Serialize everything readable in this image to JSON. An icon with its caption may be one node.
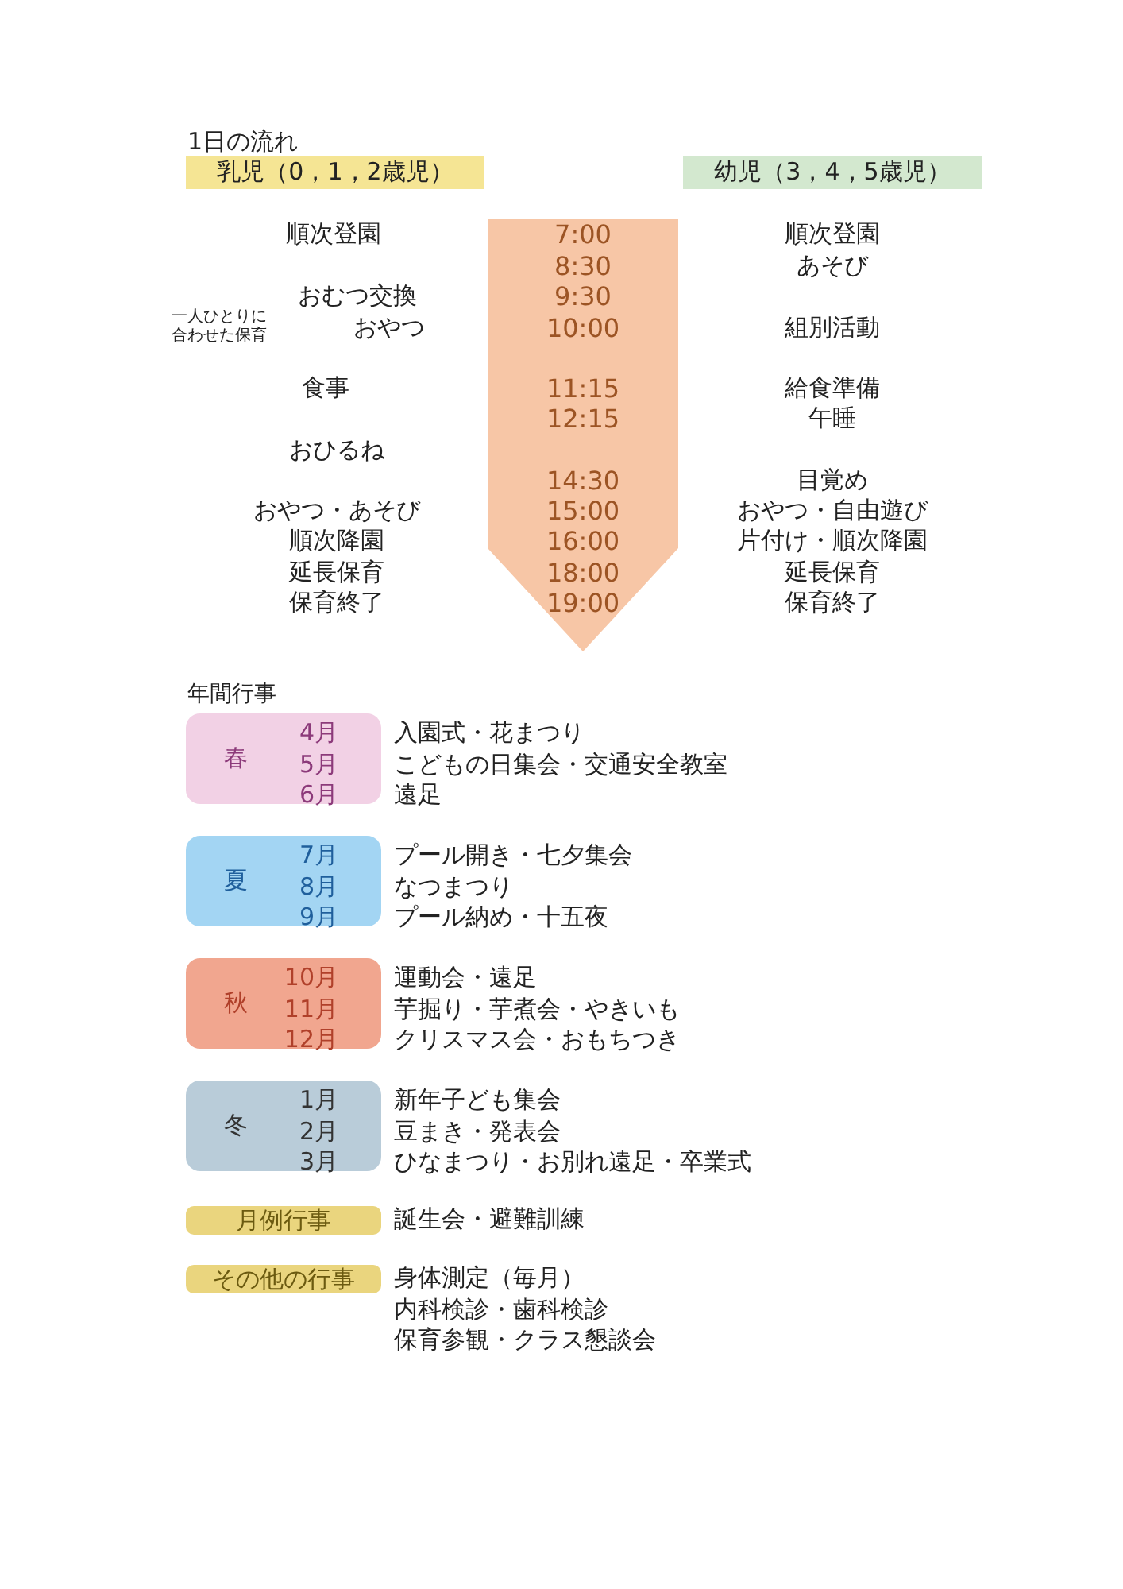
{
  "diagram": {
    "nodes": [
      {
        "text": [
          "乳児（0，1，2歳児）"
        ]
      },
      {
        "text": [
          "幼児（3，4，5歳児）"
        ]
      },
      {
        "text": [
          "7:00",
          "8:30",
          "9:30",
          "10:00",
          "11:15",
          "12:15",
          "14:30",
          "15:00",
          "16:00",
          "18:00",
          "19:00"
        ]
      },
      {
        "text": [
          "春",
          "4月",
          "5月",
          "6月"
        ],
        "beside": [
          "入園式・花まつり",
          "こどもの日集会・交通安全教室",
          "遠足"
        ]
      },
      {
        "text": [
          "夏",
          "7月",
          "8月",
          "9月"
        ],
        "beside": [
          "プール開き・七夕集会",
          "なつまつり",
          "プール納め・十五夜"
        ]
      },
      {
        "text": [
          "秋",
          "10月",
          "11月",
          "12月"
        ],
        "beside": [
          "運動会・遠足",
          "芋掘り・芋煮会・やきいも",
          "クリスマス会・おもちつき"
        ]
      },
      {
        "text": [
          "冬",
          "1月",
          "2月",
          "3月"
        ],
        "beside": [
          "新年子ども集会",
          "豆まき・発表会",
          "ひなまつり・お別れ遠足・卒業式"
        ]
      },
      {
        "text": [
          "月例行事"
        ],
        "beside": [
          "誕生会・避難訓練"
        ]
      },
      {
        "text": [
          "その他の行事"
        ],
        "beside": [
          "身体測定（毎月）",
          "内科検診・歯科検診",
          "保育参観・クラス懇談会"
        ]
      }
    ],
    "labels": [
      "1日の流れ",
      "順次登園",
      "順次登園",
      "あそび",
      "おむつ交換",
      "一人ひとりに合わせた保育",
      "おやつ",
      "組別活動",
      "食事",
      "給食準備",
      "午睡",
      "おひるね",
      "目覚め",
      "おやつ・あそび",
      "おやつ・自由遊び",
      "順次降園",
      "片付け・順次降園",
      "延長保育",
      "延長保育",
      "保育終了",
      "保育終了",
      "年間行事"
    ]
  }
}
